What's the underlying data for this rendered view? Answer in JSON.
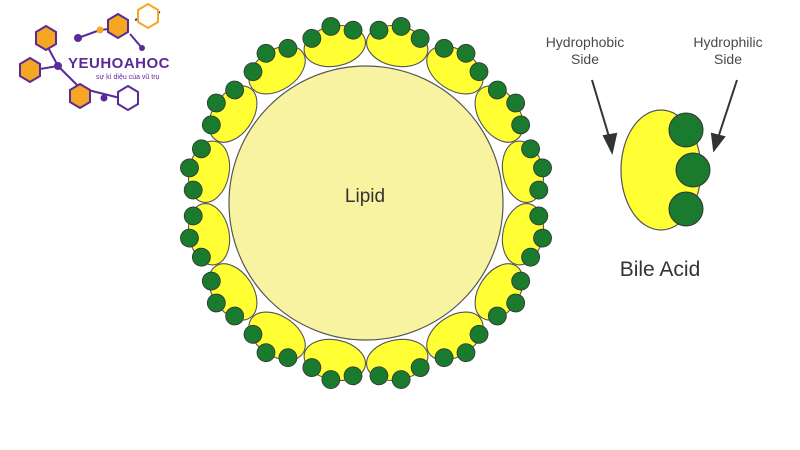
{
  "logo": {
    "name": "YEUHOAHOC",
    "tagline": "sự kì diệu của vũ trụ",
    "colors": {
      "purple": "#5a2a98",
      "orange": "#f5a623"
    }
  },
  "diagram": {
    "lipid_label": "Lipid",
    "hydrophobic_label": "Hydrophobic\nSide",
    "hydrophilic_label": "Hydrophilic\nSide",
    "bile_acid_label": "Bile Acid",
    "bile_acid_count": 16,
    "colors": {
      "lipid_fill": "#f7f3a0",
      "hydrophobic_fill": "#ffff33",
      "hydrophilic_fill": "#1a7a2e",
      "outline": "#555555",
      "arrow": "#333333"
    }
  }
}
